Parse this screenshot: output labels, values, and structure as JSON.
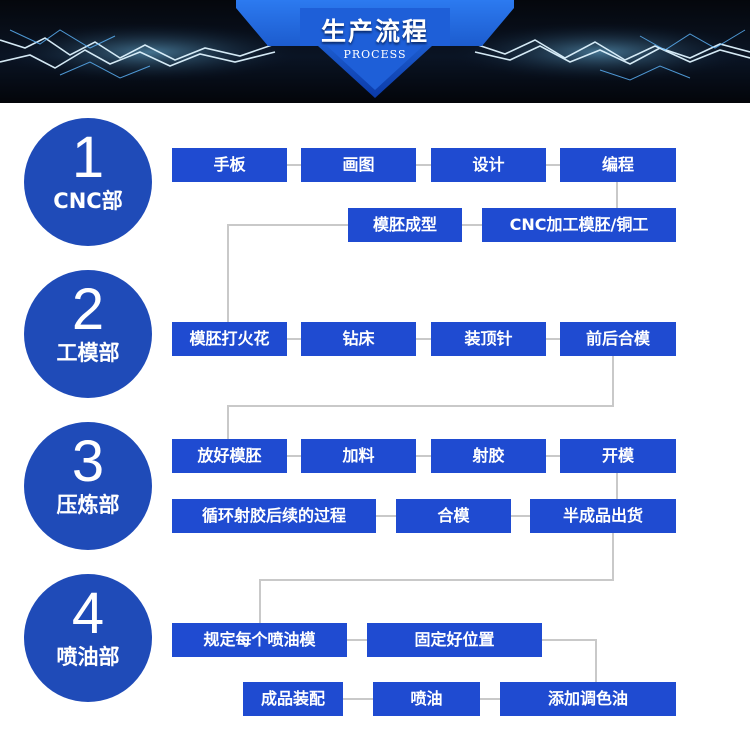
{
  "header": {
    "title": "生产流程",
    "subtitle": "PROCESS"
  },
  "departments": [
    {
      "number": "1",
      "name": "CNC部"
    },
    {
      "number": "2",
      "name": "工模部"
    },
    {
      "number": "3",
      "name": "压炼部"
    },
    {
      "number": "4",
      "name": "喷油部"
    }
  ],
  "steps": {
    "cnc": [
      "手板",
      "画图",
      "设计",
      "编程",
      "CNC加工模胚/铜工",
      "模胚成型"
    ],
    "tooling": [
      "模胚打火花",
      "钻床",
      "装顶针",
      "前后合模"
    ],
    "pressing": [
      "放好模胚",
      "加料",
      "射胶",
      "开模",
      "半成品出货",
      "合模",
      "循环射胶后续的过程"
    ],
    "painting": [
      "规定每个喷油模",
      "固定好位置",
      "添加调色油",
      "喷油",
      "成品装配"
    ]
  },
  "colors": {
    "circle": "#1f4bb8",
    "box": "#1f4bd1",
    "connector": "#c9c9c9",
    "banner": "#05070c",
    "banner_accent": "#1a63d6"
  }
}
